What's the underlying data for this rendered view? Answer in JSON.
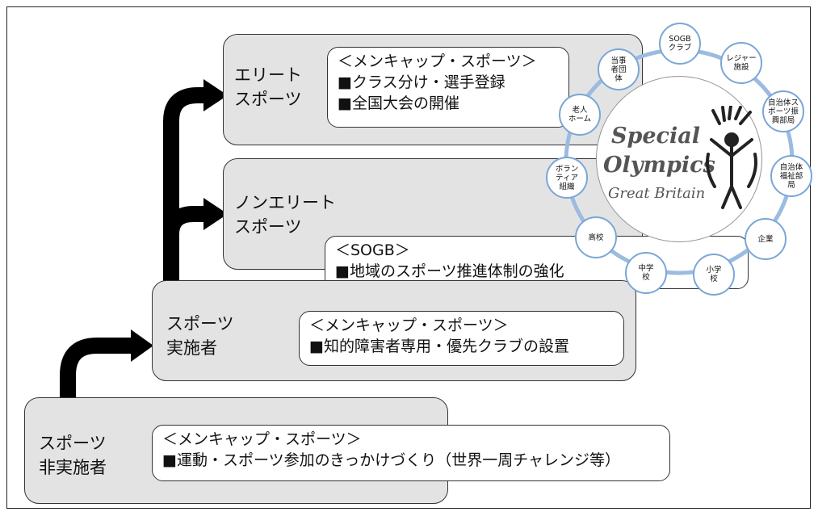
{
  "steps": {
    "elite": {
      "label": "エリート\nスポーツ",
      "box": [
        "＜メンキャップ・スポーツ＞",
        "■クラス分け・選手登録",
        "■全国大会の開催"
      ]
    },
    "nonelite": {
      "label": "ノンエリート\nスポーツ",
      "box": [
        "＜SOGB＞",
        "■地域のスポーツ推進体制の強化"
      ]
    },
    "participant": {
      "label": "スポーツ\n実施者",
      "box": [
        "＜メンキャップ・スポーツ＞",
        "■知的障害者専用・優先クラブの設置"
      ]
    },
    "nonparticipant": {
      "label": "スポーツ\n非実施者",
      "box": [
        "＜メンキャップ・スポーツ＞",
        "■運動・スポーツ参加のきっかけづくり（世界一周チャレンジ等）"
      ]
    }
  },
  "ring": {
    "nodes": [
      "SOGB\nクラブ",
      "レジャー\n施設",
      "自治体ス\nポーツ振\n興部局",
      "自治体\n福祉部\n局",
      "企業",
      "小学\n校",
      "中学\n校",
      "高校",
      "ボラン\nティア\n組織",
      "老人\nホーム",
      "当事\n者団\n体"
    ],
    "logo": {
      "line1": "Special",
      "line2": "Olympics",
      "line3": "Great Britain"
    }
  },
  "colors": {
    "step_fill": "#e3e3e3",
    "ring": "#9bbbe0",
    "node_border": "#7aa6d6"
  }
}
